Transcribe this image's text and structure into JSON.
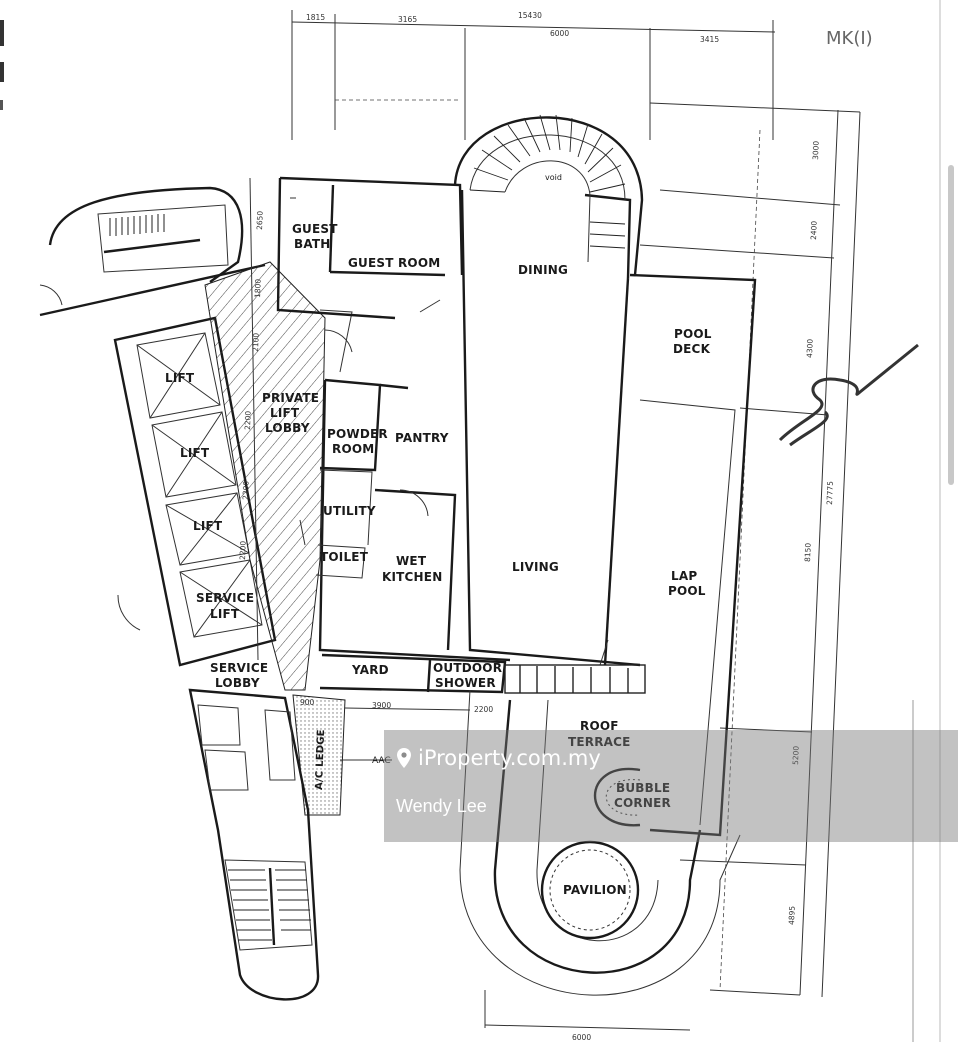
{
  "plan": {
    "corner_label": "MK(I)",
    "rooms": {
      "guest_bath_1": "GUEST",
      "guest_bath_2": "BATH",
      "guest_room": "GUEST ROOM",
      "dining": "DINING",
      "void": "void",
      "pool_deck_1": "POOL",
      "pool_deck_2": "DECK",
      "private_lift_lobby_1": "PRIVATE",
      "private_lift_lobby_2": "LIFT",
      "private_lift_lobby_3": "LOBBY",
      "powder_room_1": "POWDER",
      "powder_room_2": "ROOM",
      "pantry": "PANTRY",
      "utility": "UTILITY",
      "toilet": "TOILET",
      "wet_kitchen_1": "WET",
      "wet_kitchen_2": "KITCHEN",
      "living": "LIVING",
      "lap_pool_1": "LAP",
      "lap_pool_2": "POOL",
      "lift_1": "LIFT",
      "lift_2": "LIFT",
      "lift_3": "LIFT",
      "service_lift_1": "SERVICE",
      "service_lift_2": "LIFT",
      "service_lobby_1": "SERVICE",
      "service_lobby_2": "LOBBY",
      "yard": "YARD",
      "outdoor_shower_1": "OUTDOOR",
      "outdoor_shower_2": "SHOWER",
      "roof_terrace_1": "ROOF",
      "roof_terrace_2": "TERRACE",
      "bubble_corner_1": "BUBBLE",
      "bubble_corner_2": "CORNER",
      "pavilion": "PAVILION",
      "ac_ledge": "A/C LEDGE",
      "aac": "AAC"
    },
    "dimensions": {
      "top_1": "1815",
      "top_2": "3165",
      "top_3": "15430",
      "top_4": "6000",
      "top_5": "3415",
      "right_1": "3000",
      "right_2": "2400",
      "right_3": "4300",
      "right_4": "27775",
      "right_5": "8150",
      "right_6": "5200",
      "right_7": "4895",
      "left_1": "2650",
      "left_2": "1800",
      "left_3": "2100",
      "left_4": "2200",
      "left_5": "2200",
      "left_6": "2200",
      "bottom_1": "900",
      "bottom_2": "3900",
      "bottom_3": "2200",
      "bottom_4": "6000"
    }
  },
  "watermark": {
    "site": "iProperty.com.my",
    "agent": "Wendy Lee"
  }
}
